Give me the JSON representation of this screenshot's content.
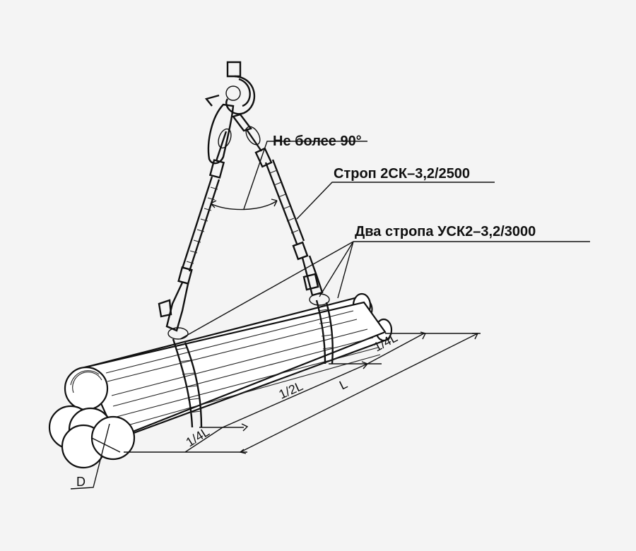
{
  "labels": {
    "angle": "Не более 90°",
    "main_sling": "Строп 2СК–3,2/2500",
    "two_slings": "Два стропа УСК2–3,2/3000",
    "diameter": "D"
  },
  "dimensions": {
    "quarter_left": "1/4L",
    "half": "1/2L",
    "total": "L",
    "quarter_right": "1/4L"
  }
}
